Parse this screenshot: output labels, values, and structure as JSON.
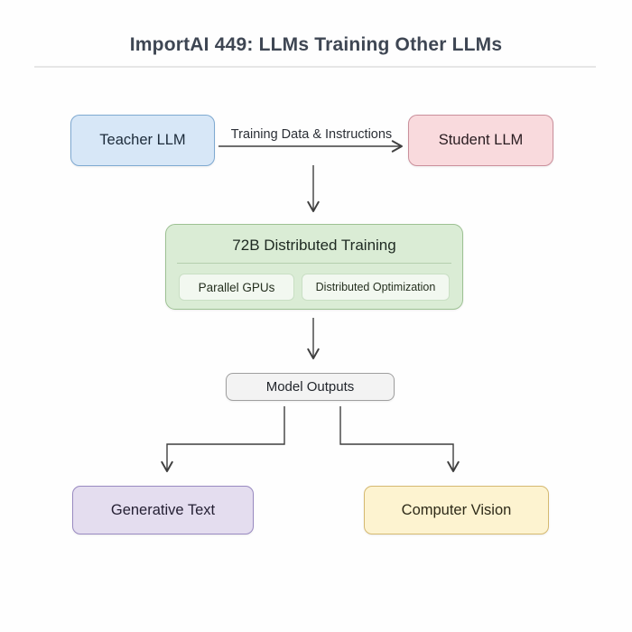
{
  "header": {
    "title": "ImportAI 449: LLMs Training Other LLMs"
  },
  "diagram": {
    "nodes": {
      "teacher": {
        "label": "Teacher LLM",
        "fill": "#d7e7f7",
        "border": "#7ea9d1"
      },
      "student": {
        "label": "Student LLM",
        "fill": "#f9dadd",
        "border": "#ca8f9b"
      },
      "training": {
        "label": "72B Distributed Training",
        "fill": "#daecd5",
        "border": "#9dc193",
        "children": [
          {
            "label": "Parallel GPUs"
          },
          {
            "label": "Distributed Optimization"
          }
        ]
      },
      "outputs": {
        "label": "Model Outputs",
        "fill": "#f3f3f3",
        "border": "#9f9f9f"
      },
      "generative_text": {
        "label": "Generative Text",
        "fill": "#e4ddef",
        "border": "#998ac1"
      },
      "computer_vision": {
        "label": "Computer Vision",
        "fill": "#fdf3d0",
        "border": "#d5b971"
      }
    },
    "edges": {
      "teacher_to_student_label": "Training Data & Instructions",
      "line_color": "#3f3f3f"
    }
  }
}
